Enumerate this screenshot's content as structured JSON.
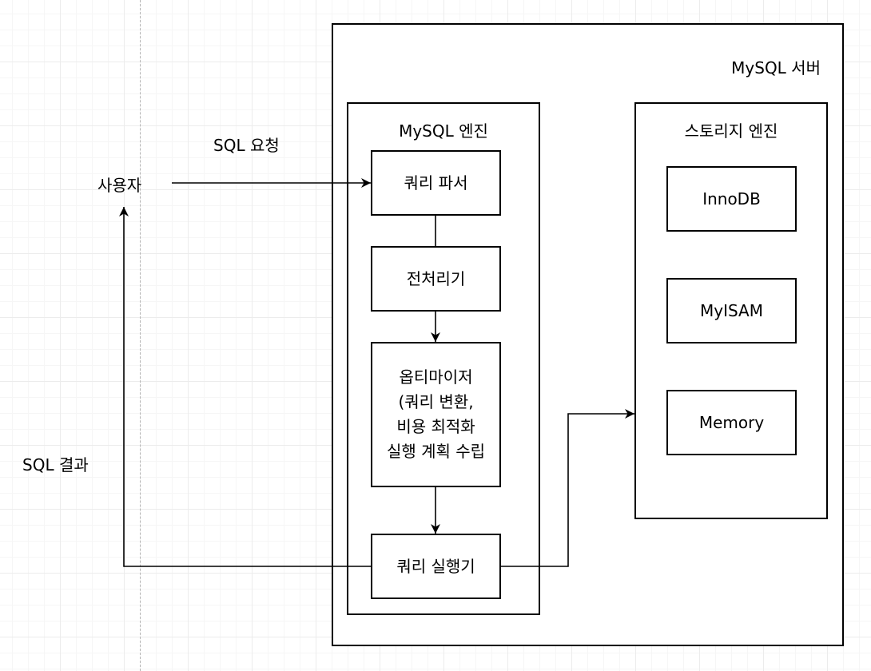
{
  "diagram": {
    "server_label": "MySQL 서버",
    "engine_label": "MySQL 엔진",
    "storage_label": "스토리지 엔진",
    "user_label": "사용자",
    "request_label": "SQL 요청",
    "result_label": "SQL 결과",
    "parser_label": "쿼리 파서",
    "preprocessor_label": "전처리기",
    "optimizer_lines": [
      "옵티마이저",
      "(쿼리 변환,",
      "비용 최적화",
      "실행 계획 수립"
    ],
    "executor_label": "쿼리 실행기",
    "storage_engines": [
      "InnoDB",
      "MyISAM",
      "Memory"
    ]
  }
}
